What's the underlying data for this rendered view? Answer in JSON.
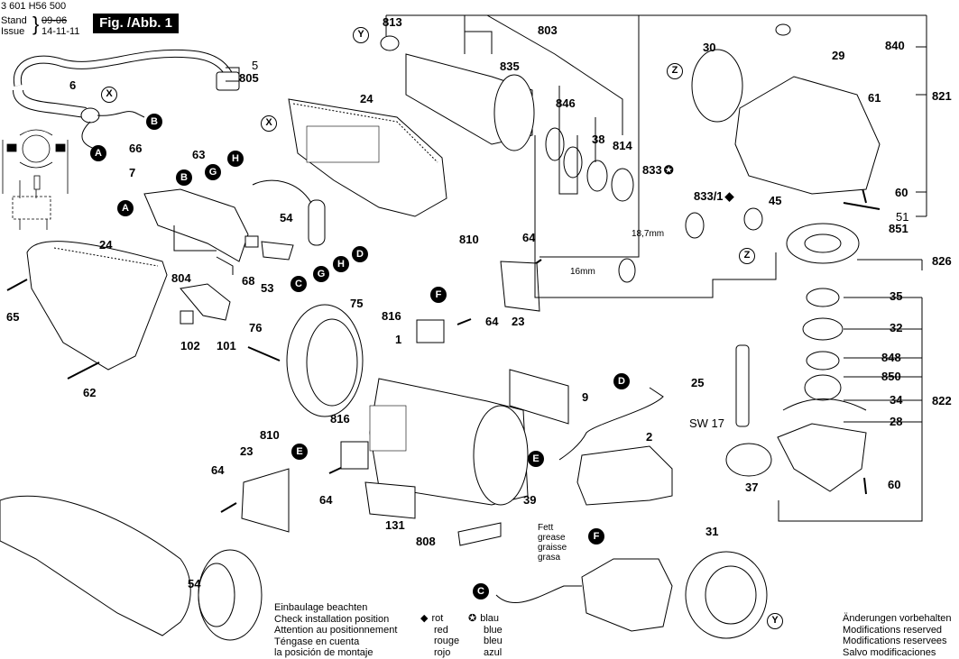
{
  "header": {
    "part_number": "3 601 H56 500",
    "stand_label": "Stand",
    "issue_label": "Issue",
    "old_date": "09-06",
    "date": "14-11-11",
    "figure_title": "Fig. /Abb. 1"
  },
  "part_labels": {
    "p5": "5",
    "p805": "805",
    "p6": "6",
    "p24a": "24",
    "p24b": "24",
    "p66": "66",
    "p63": "63",
    "p7": "7",
    "p54a": "54",
    "p54b": "54",
    "p804": "804",
    "p68": "68",
    "p53": "53",
    "p65": "65",
    "p102": "102",
    "p101": "101",
    "p62": "62",
    "p76": "76",
    "p75": "75",
    "p1": "1",
    "p813": "813",
    "p803": "803",
    "p835": "835",
    "p846": "846",
    "p38": "38",
    "p814": "814",
    "p833": "833",
    "p833_1": "833/1",
    "p810a": "810",
    "p64a": "64",
    "p816a": "816",
    "p64b": "64",
    "p23a": "23",
    "p9": "9",
    "p810b": "810",
    "p816b": "816",
    "p23b": "23",
    "p64c": "64",
    "p64d": "64",
    "p131": "131",
    "p808": "808",
    "p39": "39",
    "p2": "2",
    "p31": "31",
    "p30": "30",
    "p840": "840",
    "p29": "29",
    "p821": "821",
    "p61": "61",
    "p60a": "60",
    "p45": "45",
    "p51": "51",
    "p851": "851",
    "p826": "826",
    "p35": "35",
    "p32": "32",
    "p848": "848",
    "p850": "850",
    "p34": "34",
    "p822": "822",
    "p28": "28",
    "p25": "25",
    "p37": "37",
    "p60b": "60",
    "sw17": "SW 17"
  },
  "dimensions": {
    "d1": "18,7mm",
    "d2": "16mm"
  },
  "connector_markers": {
    "A": "A",
    "B": "B",
    "C": "C",
    "D": "D",
    "E": "E",
    "F": "F",
    "G": "G",
    "H": "H"
  },
  "reference_markers": {
    "X": "X",
    "Y": "Y",
    "Z": "Z"
  },
  "grease_note": [
    "Fett",
    "grease",
    "graisse",
    "grasa"
  ],
  "installation_note": [
    "Einbaulage beachten",
    "Check installation position",
    "Attention au positionnement",
    "Téngase en cuenta",
    "la posición de montaje"
  ],
  "legend": {
    "diamond_symbol": "◆",
    "star_symbol": "✪",
    "red": [
      "rot",
      "red",
      "rouge",
      "rojo"
    ],
    "blue": [
      "blau",
      "blue",
      "bleu",
      "azul"
    ]
  },
  "modifications_note": [
    "Änderungen vorbehalten",
    "Modifications reserved",
    "Modifications reservees",
    "Salvo modificaciones"
  ]
}
